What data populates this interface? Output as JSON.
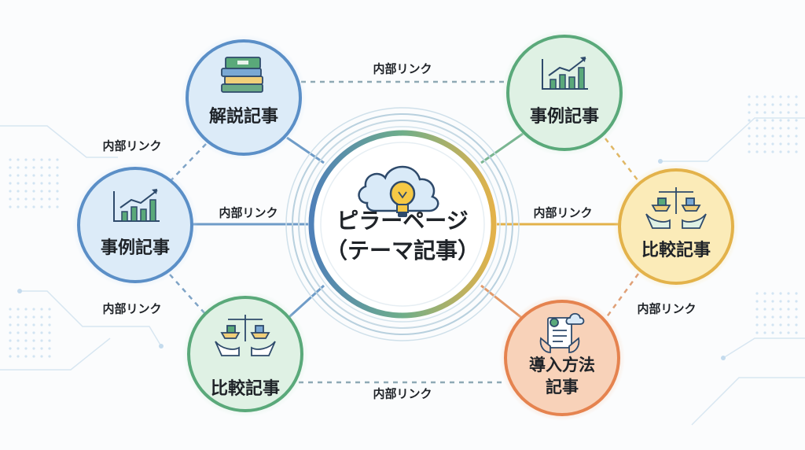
{
  "center": {
    "title_line1": "ピラーページ",
    "title_line2": "（テーマ記事）",
    "icon": "cloud-lightbulb-icon"
  },
  "nodes": {
    "explanation": {
      "label": "解説記事",
      "icon": "books-icon",
      "color": "#5b8fc7",
      "fill": "#dcebf8"
    },
    "case_right": {
      "label": "事例記事",
      "icon": "growth-chart-icon",
      "color": "#5aa97a",
      "fill": "#dff1e4"
    },
    "case_left": {
      "label": "事例記事",
      "icon": "growth-chart-icon",
      "color": "#5b8fc7",
      "fill": "#dcebf8"
    },
    "compare_right": {
      "label": "比較記事",
      "icon": "scales-icon",
      "color": "#e3b24a",
      "fill": "#fbebb8"
    },
    "compare_left": {
      "label": "比較記事",
      "icon": "scales-icon",
      "color": "#5aa97a",
      "fill": "#dff1e4"
    },
    "intro": {
      "label_line1": "導入方法",
      "label_line2": "記事",
      "icon": "document-cloud-icon",
      "color": "#e5834f",
      "fill": "#f8d2b9"
    }
  },
  "links": {
    "top": "内部リンク",
    "upper_left": "内部リンク",
    "mid_left": "内部リンク",
    "lower_left": "内部リンク",
    "mid_right": "内部リンク",
    "lower_right": "内部リンク",
    "bottom": "内部リンク"
  }
}
